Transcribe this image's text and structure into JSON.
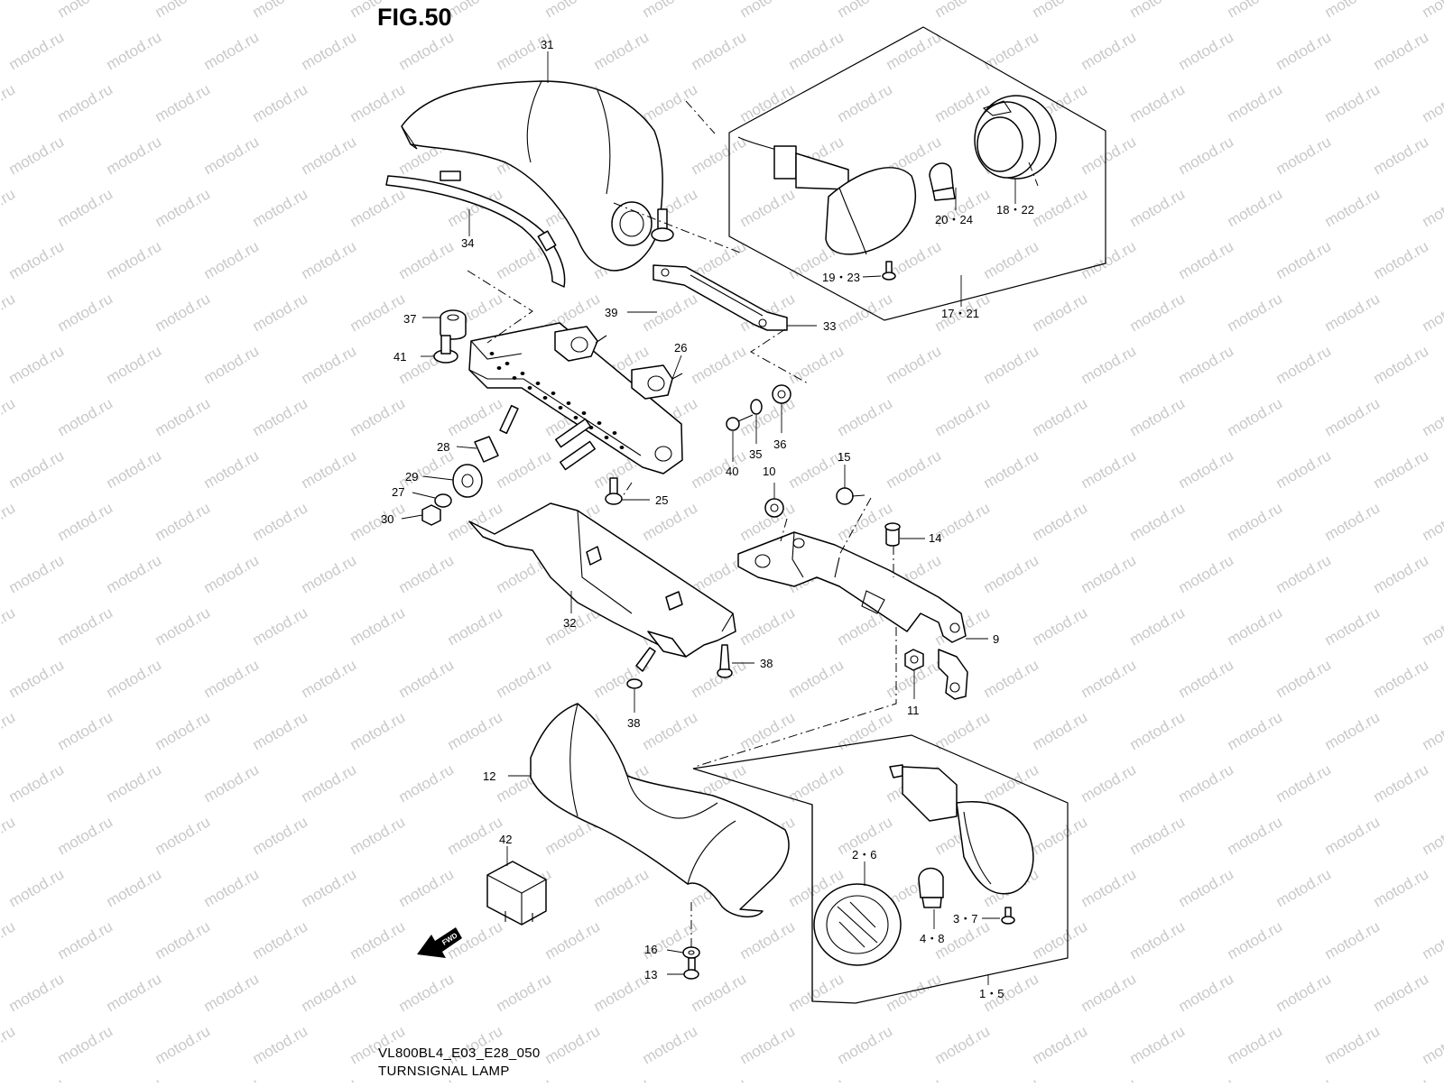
{
  "figure": {
    "title": "FIG.50",
    "code": "VL800BL4_E03_E28_050",
    "name": "TURNSIGNAL LAMP",
    "watermark": "motod.ru",
    "fwd_label": "FWD"
  },
  "callouts": {
    "c31": "31",
    "c34": "34",
    "c37": "37",
    "c41": "41",
    "c39": "39",
    "c26": "26",
    "c33": "33",
    "c28": "28",
    "c29": "29",
    "c27": "27",
    "c30": "30",
    "c25": "25",
    "c40": "40",
    "c35": "35",
    "c36": "36",
    "c10": "10",
    "c15": "15",
    "c14": "14",
    "c32": "32",
    "c38a": "38",
    "c38b": "38",
    "c9": "9",
    "c11": "11",
    "c12": "12",
    "c42": "42",
    "c16": "16",
    "c13": "13",
    "c20_24": "20・24",
    "c18_22": "18・22",
    "c19_23": "19・23",
    "c17_21": "17・21",
    "c2_6": "2・6",
    "c3_7": "3・7",
    "c4_8": "4・8",
    "c1_5": "1・5"
  }
}
